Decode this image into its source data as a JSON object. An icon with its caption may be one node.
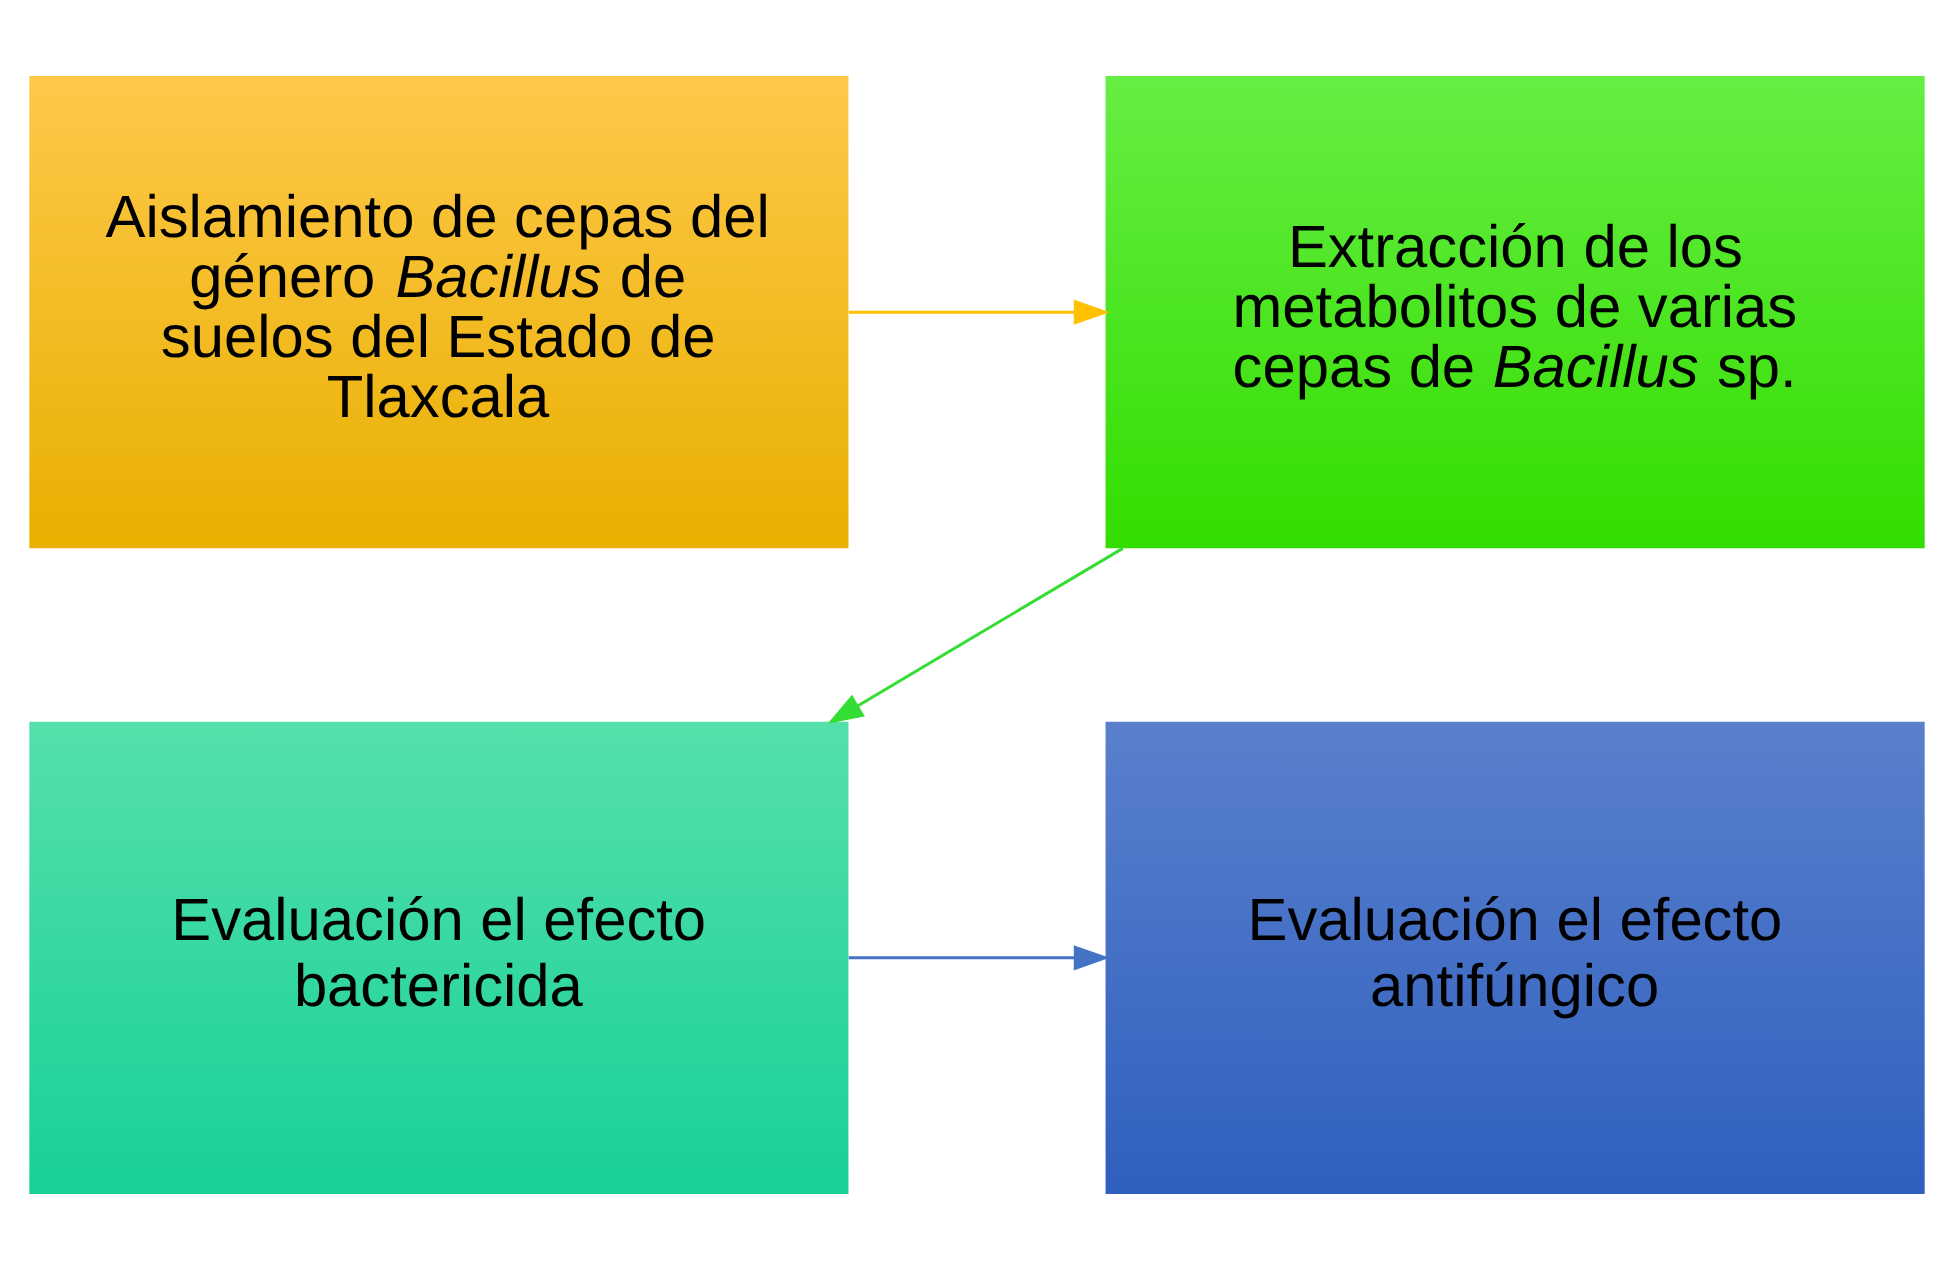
{
  "diagram": {
    "nodes": [
      {
        "text": [
          "Aislamiento de cepas del género *Bacillus* de suelos del Estado de Tlaxcala"
        ]
      },
      {
        "text": [
          "Extracción de los metabolitos de varias cepas de *Bacillus* sp."
        ]
      },
      {
        "text": [
          "Evaluación el efecto bactericida"
        ]
      },
      {
        "text": [
          "Evaluación el efecto antifúngico"
        ]
      }
    ],
    "edges": [
      {
        "from": 0,
        "to": 1,
        "arrow": "to",
        "color": "#ffc000"
      },
      {
        "from": 1,
        "to": 2,
        "arrow": "to",
        "color": "#33dd33"
      },
      {
        "from": 2,
        "to": 3,
        "arrow": "to",
        "color": "#4472c4"
      }
    ]
  }
}
